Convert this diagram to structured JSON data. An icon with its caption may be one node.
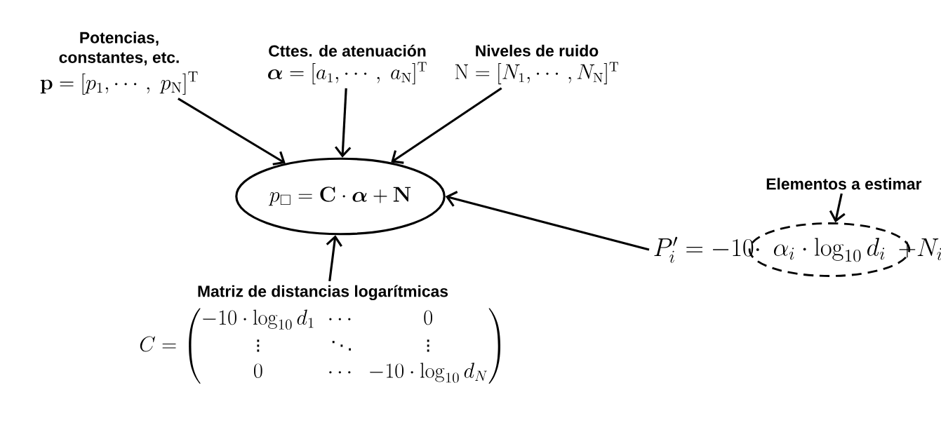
{
  "diagram": {
    "nodes": [
      {
        "text": [
          "Potencias, constantes, etc.",
          "\\mathbf{p}=[p_{1},\\cdots,\\ p_{\\mathrm{N}}]^{\\mathrm{T}}"
        ]
      },
      {
        "text": [
          "Cttes. de atenuación",
          "\\boldsymbol{\\alpha}=[a_{1},\\cdots,\\ a_{\\mathrm{N}}]^{\\mathrm{T}}"
        ]
      },
      {
        "text": [
          "Niveles de ruido",
          "\\mathrm{N}=[N_{1},\\cdots,N_{\\mathrm{N}}]^{\\mathrm{T}}"
        ]
      },
      {
        "text": [
          "p_{\\square}= \\mathbf{C}\\cdot\\boldsymbol{\\alpha} + \\mathbf{N}"
        ]
      },
      {
        "text": [
          "Matriz de distancias logarítmicas",
          "C=\\begin{pmatrix}-10\\cdot\\log_{10} d_1 & \\cdots & 0\\\\ \\vdots & \\ddots & \\vdots\\\\ 0 & \\cdots & -10\\cdot\\log_{10} d_N\\end{pmatrix}"
        ]
      },
      {
        "text": [
          "P'_i = -10\\cdot",
          "+ N_i"
        ]
      },
      {
        "text": [
          "\\alpha_i\\cdot\\log_{10} d_i"
        ]
      },
      {
        "text": [
          "Elementos a estimar"
        ]
      }
    ],
    "edges": [
      {
        "from": 0,
        "to": 3,
        "arrow": "to"
      },
      {
        "from": 1,
        "to": 3,
        "arrow": "to"
      },
      {
        "from": 2,
        "to": 3,
        "arrow": "to"
      },
      {
        "from": 4,
        "to": 3,
        "arrow": "to"
      },
      {
        "from": 5,
        "to": 3,
        "arrow": "to"
      },
      {
        "from": 7,
        "to": 6,
        "arrow": "to"
      }
    ]
  }
}
